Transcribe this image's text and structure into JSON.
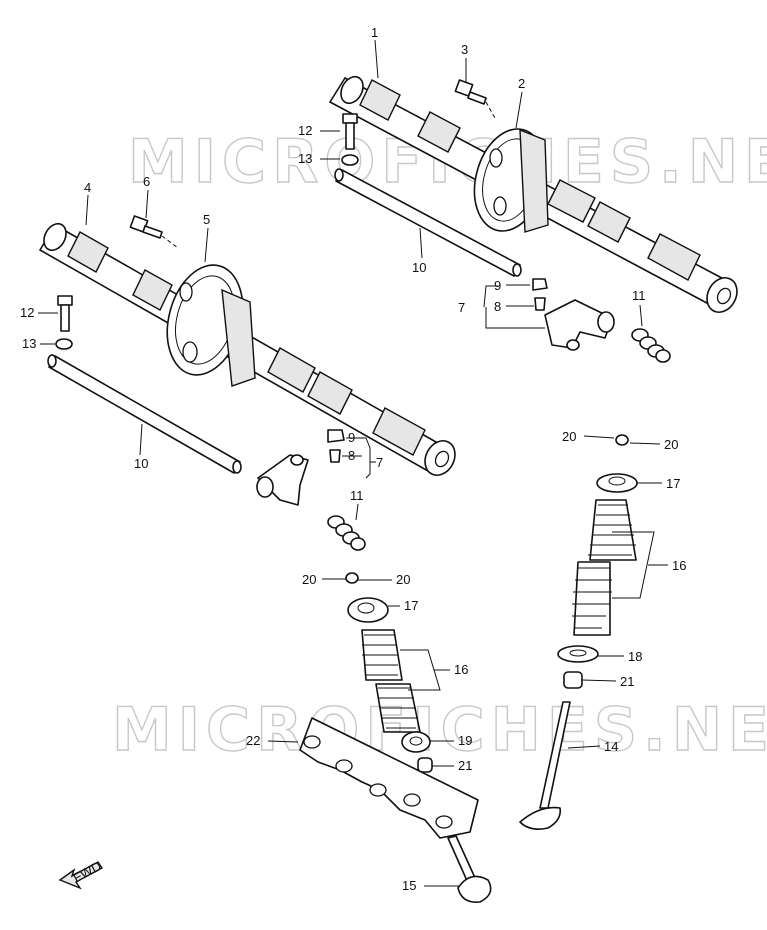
{
  "watermark": "MICROFICHES.NET",
  "fwd_label": "FWD",
  "callouts": {
    "c1": "1",
    "c2": "2",
    "c3": "3",
    "c4": "4",
    "c5": "5",
    "c6": "6",
    "c7a": "7",
    "c7b": "7",
    "c8a": "8",
    "c8b": "8",
    "c9a": "9",
    "c9b": "9",
    "c10a": "10",
    "c10b": "10",
    "c11a": "11",
    "c11b": "11",
    "c12a": "12",
    "c12b": "12",
    "c13a": "13",
    "c13b": "13",
    "c14": "14",
    "c15": "15",
    "c16a": "16",
    "c16b": "16",
    "c17a": "17",
    "c17b": "17",
    "c18": "18",
    "c19": "19",
    "c20a": "20",
    "c20b": "20",
    "c20c": "20",
    "c20d": "20",
    "c21a": "21",
    "c21b": "21",
    "c22": "22"
  }
}
